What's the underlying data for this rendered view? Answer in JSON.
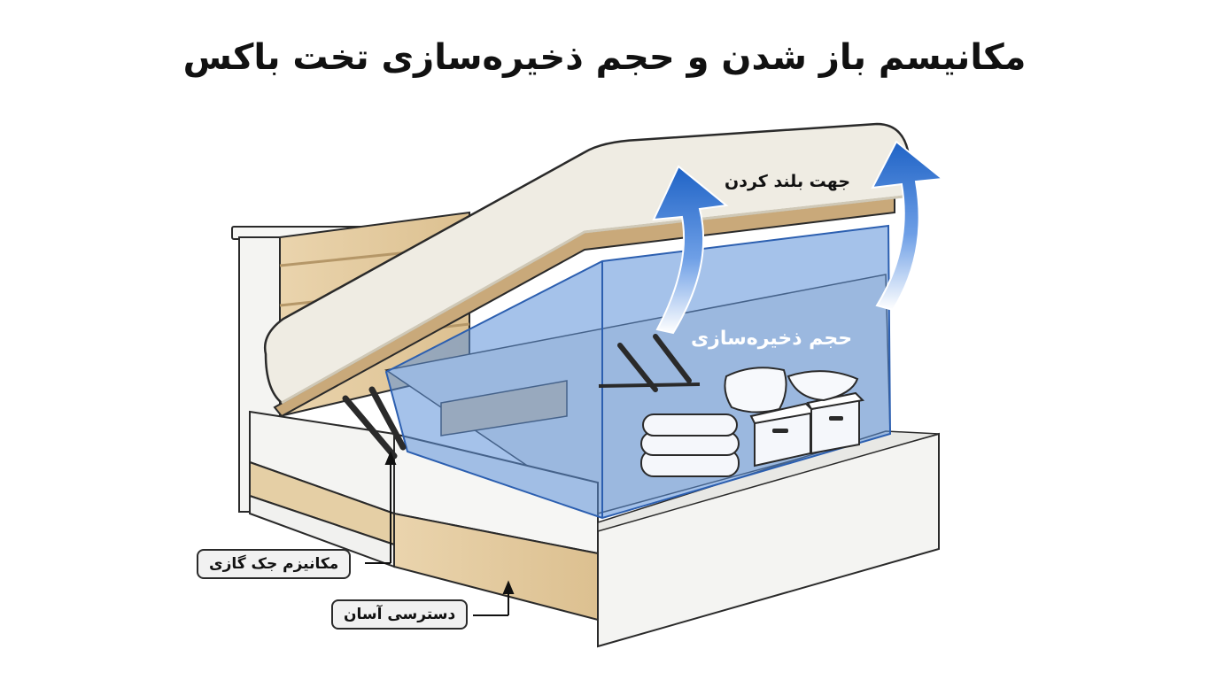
{
  "title": "مکانیسم باز شدن و حجم ذخیره‌سازی تخت باکس",
  "labels": {
    "lift_direction": "جهت بلند کردن",
    "storage_volume": "حجم ذخیره‌سازی",
    "gas_mechanism": "مکانیزم جک گازی",
    "easy_access": "دسترسی آسان"
  },
  "colors": {
    "arrow_blue": "#1f63c6",
    "storage_blue": "#5b8fd8",
    "wood": "#e3c89a",
    "frame_white": "#f4f4f2",
    "mattress": "#efece3"
  }
}
